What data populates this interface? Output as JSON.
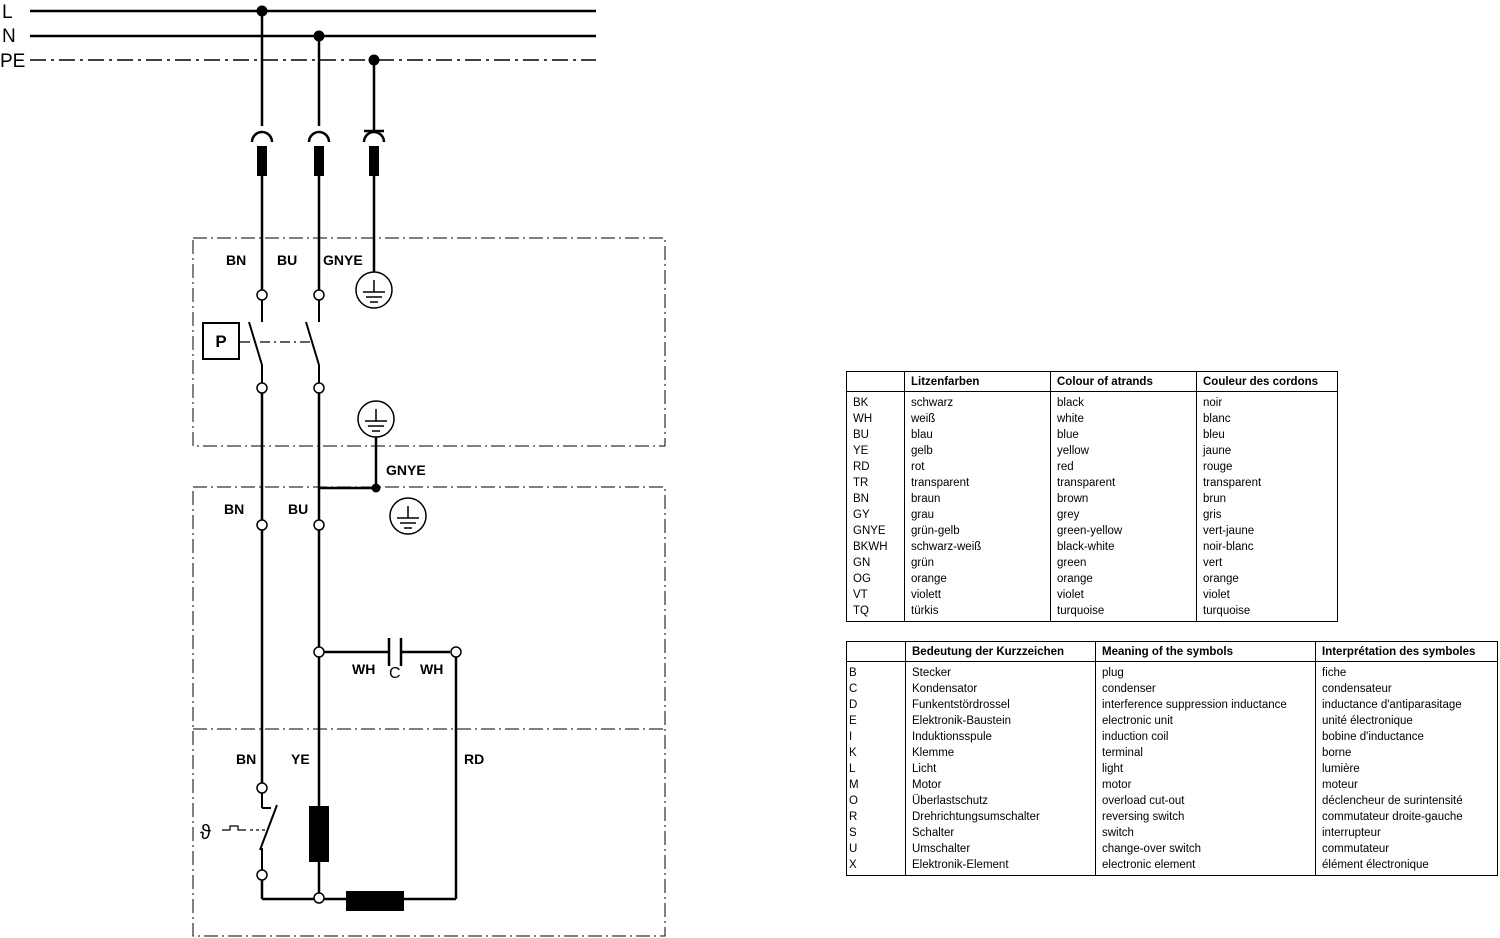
{
  "schematic": {
    "bus": {
      "L": "L",
      "N": "N",
      "PE": "PE"
    },
    "plug_box": {
      "bn": "BN",
      "bu": "BU",
      "gnye": "GNYE",
      "switch": "P"
    },
    "link": {
      "gnye": "GNYE"
    },
    "motor_box": {
      "bn": "BN",
      "bu": "BU",
      "wh_left": "WH",
      "capacitor": "C",
      "wh_right": "WH"
    },
    "winding_box": {
      "bn": "BN",
      "ye": "YE",
      "rd": "RD",
      "thermal": "ϑ"
    }
  },
  "colour_table": {
    "headers": [
      "",
      "Litzenfarben",
      "Colour of atrands",
      "Couleur des cordons"
    ],
    "rows": [
      [
        "BK",
        "schwarz",
        "black",
        "noir"
      ],
      [
        "WH",
        "weiß",
        "white",
        "blanc"
      ],
      [
        "BU",
        "blau",
        "blue",
        "bleu"
      ],
      [
        "YE",
        "gelb",
        "yellow",
        "jaune"
      ],
      [
        "RD",
        "rot",
        "red",
        "rouge"
      ],
      [
        "TR",
        "transparent",
        "transparent",
        "transparent"
      ],
      [
        "BN",
        "braun",
        "brown",
        "brun"
      ],
      [
        "GY",
        "grau",
        "grey",
        "gris"
      ],
      [
        "GNYE",
        "grün-gelb",
        "green-yellow",
        "vert-jaune"
      ],
      [
        "BKWH",
        "schwarz-weiß",
        "black-white",
        "noir-blanc"
      ],
      [
        "GN",
        "grün",
        "green",
        "vert"
      ],
      [
        "OG",
        "orange",
        "orange",
        "orange"
      ],
      [
        "VT",
        "violett",
        "violet",
        "violet"
      ],
      [
        "TQ",
        "türkis",
        "turquoise",
        "turquoise"
      ]
    ]
  },
  "symbol_table": {
    "headers": [
      "",
      "Bedeutung der Kurzzeichen",
      "Meaning of the symbols",
      "Interprétation des symboles"
    ],
    "rows": [
      [
        "B",
        "Stecker",
        "plug",
        "fiche"
      ],
      [
        "C",
        "Kondensator",
        "condenser",
        "condensateur"
      ],
      [
        "D",
        "Funkentstördrossel",
        "interference suppression inductance",
        "inductance d'antiparasitage"
      ],
      [
        "E",
        "Elektronik-Baustein",
        "electronic unit",
        "unité électronique"
      ],
      [
        "I",
        "Induktionsspule",
        "induction coil",
        "bobine d'inductance"
      ],
      [
        "K",
        "Klemme",
        "terminal",
        "borne"
      ],
      [
        "L",
        "Licht",
        "light",
        "lumière"
      ],
      [
        "M",
        "Motor",
        "motor",
        "moteur"
      ],
      [
        "O",
        "Überlastschutz",
        "overload cut-out",
        "déclencheur de surintensité"
      ],
      [
        "R",
        "Drehrichtungsumschalter",
        "reversing switch",
        "commutateur droite-gauche"
      ],
      [
        "S",
        "Schalter",
        "switch",
        "interrupteur"
      ],
      [
        "U",
        "Umschalter",
        "change-over switch",
        "commutateur"
      ],
      [
        "X",
        "Elektronik-Element",
        "electronic element",
        "élément électronique"
      ]
    ]
  }
}
